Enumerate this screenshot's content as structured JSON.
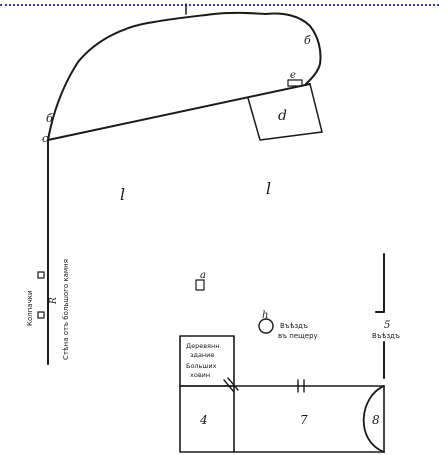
{
  "labels": {
    "a_letter": "a",
    "b_letter": "б",
    "c_letter": "c",
    "d_letter": "d",
    "e_letter": "e",
    "l_left": "l",
    "l_right": "l",
    "n_letter": "h",
    "four": "4",
    "five": "5",
    "seven": "7",
    "eight": "8",
    "entrance_main": "Въѣздъ",
    "entrance_main_2": "въ пещеру",
    "entrance_side": "Въѣздъ",
    "building_line1": "Деревянн.",
    "building_line2": "здание",
    "building_line3": "Больших",
    "building_line4": "ховин",
    "left_vertical_1": "Колпачки",
    "left_vertical_2": "Стѣна отъ большого камня",
    "left_mark": "R"
  },
  "colors": {
    "ink": "#1a1a1a",
    "top_rule": "#3a3ad0"
  }
}
